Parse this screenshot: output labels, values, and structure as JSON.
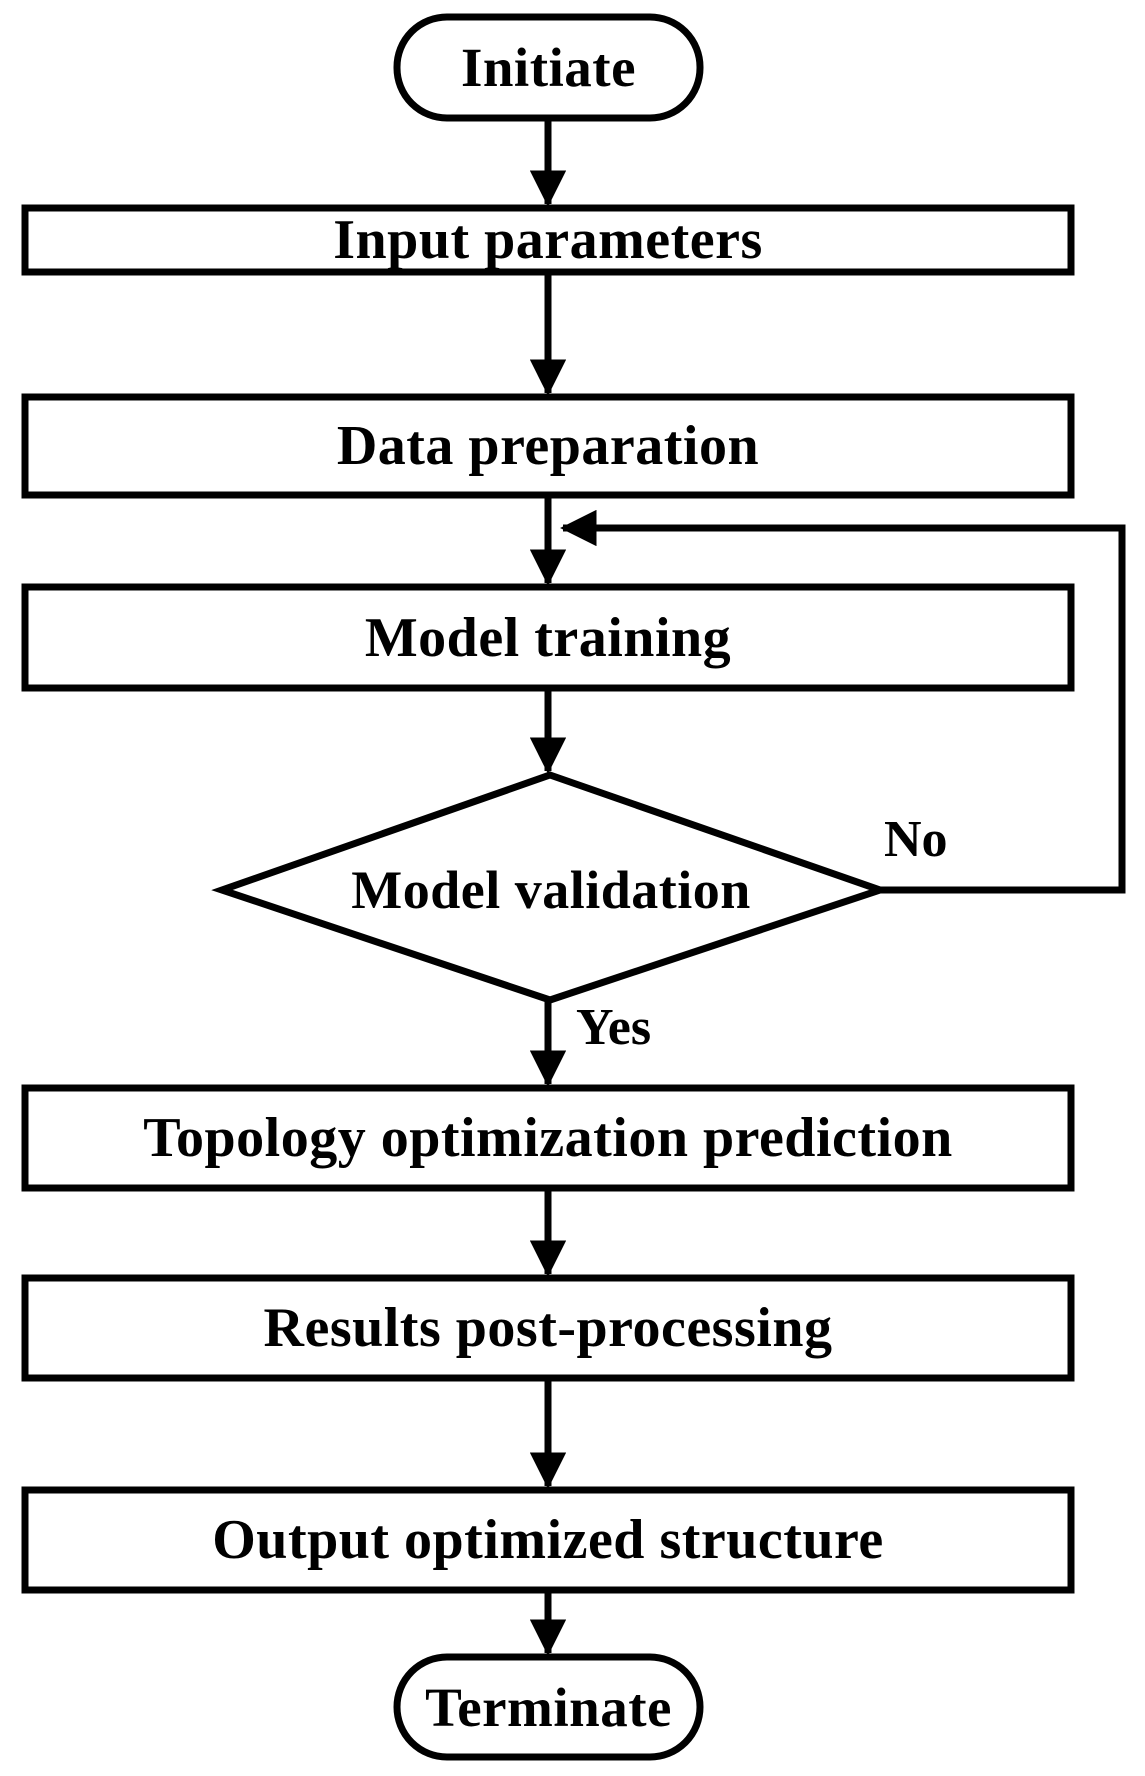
{
  "diagram": {
    "title": "Machine-learning topology optimization workflow flowchart",
    "type": "flowchart",
    "orientation": "top-to-bottom",
    "stroke_color": "#000000",
    "fill_color": "#ffffff",
    "background_color": "#ffffff",
    "nodes": [
      {
        "id": "initiate",
        "shape": "terminator",
        "label": "Initiate"
      },
      {
        "id": "input",
        "shape": "process",
        "label": "Input parameters"
      },
      {
        "id": "dataprep",
        "shape": "process",
        "label": "Data preparation"
      },
      {
        "id": "training",
        "shape": "process",
        "label": "Model training"
      },
      {
        "id": "validation",
        "shape": "decision",
        "label": "Model validation"
      },
      {
        "id": "prediction",
        "shape": "process",
        "label": "Topology optimization prediction"
      },
      {
        "id": "postproc",
        "shape": "process",
        "label": "Results post-processing"
      },
      {
        "id": "output",
        "shape": "process",
        "label": "Output optimized structure"
      },
      {
        "id": "terminate",
        "shape": "terminator",
        "label": "Terminate"
      }
    ],
    "edges": [
      {
        "from": "initiate",
        "to": "input",
        "label": ""
      },
      {
        "from": "input",
        "to": "dataprep",
        "label": ""
      },
      {
        "from": "dataprep",
        "to": "training",
        "label": ""
      },
      {
        "from": "training",
        "to": "validation",
        "label": ""
      },
      {
        "from": "validation",
        "to": "prediction",
        "label": "Yes"
      },
      {
        "from": "validation",
        "to": "training",
        "label": "No"
      },
      {
        "from": "prediction",
        "to": "postproc",
        "label": ""
      },
      {
        "from": "postproc",
        "to": "output",
        "label": ""
      },
      {
        "from": "output",
        "to": "terminate",
        "label": ""
      }
    ],
    "branch_labels": {
      "yes": "Yes",
      "no": "No"
    }
  }
}
